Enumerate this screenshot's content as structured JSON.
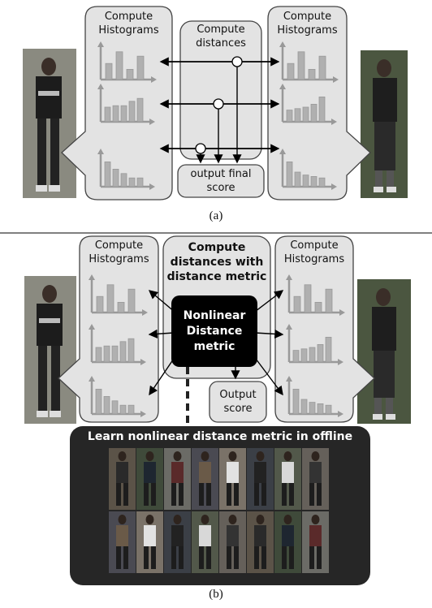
{
  "panel_a": {
    "left_title_1": "Compute",
    "left_title_2": "Histograms",
    "center_title_1": "Compute",
    "center_title_2": "distances",
    "right_title_1": "Compute",
    "right_title_2": "Histograms",
    "output_1": "output final",
    "output_2": "score",
    "caption": "(a)"
  },
  "panel_b": {
    "left_title_1": "Compute",
    "left_title_2": "Histograms",
    "center_title_1": "Compute",
    "center_title_2": "distances with",
    "center_title_3": "distance metric",
    "metric_1": "Nonlinear",
    "metric_2": "Distance",
    "metric_3": "metric",
    "right_title_1": "Compute",
    "right_title_2": "Histograms",
    "output_1": "Output",
    "output_2": "score",
    "learn_title": "Learn nonlinear distance metric in offline",
    "caption": "(b)"
  },
  "histograms": {
    "row1": [
      0.55,
      0.95,
      0.35,
      0.8
    ],
    "row2": [
      0.45,
      0.55,
      0.55,
      0.8
    ],
    "row3": [
      0.85,
      0.4,
      0.3,
      0.25
    ],
    "right_row1": [
      0.55,
      0.95,
      0.35,
      0.8
    ],
    "right_row2": [
      0.45,
      0.45,
      0.55,
      0.8
    ],
    "right_row3": [
      0.85,
      0.4,
      0.3,
      0.25
    ]
  },
  "colors": {
    "box_fill": "#e3e3e3",
    "box_stroke": "#444444",
    "bar_fill": "#b0b0b0",
    "dark_panel": "#262626",
    "metric_box": "#000000"
  }
}
